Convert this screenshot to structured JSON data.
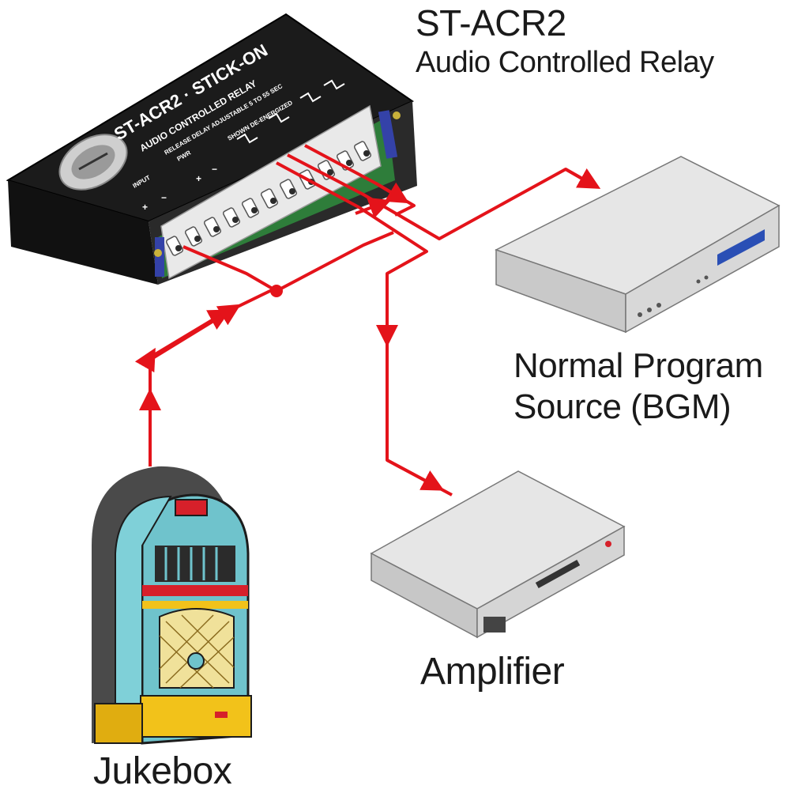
{
  "title": "ST-ACR2",
  "subtitle": "Audio Controlled Relay",
  "device": {
    "brand_line": "ST-ACR2 · STICK-ON",
    "sub_line": "AUDIO CONTROLLED RELAY",
    "small_line": "RELEASE DELAY ADJUSTABLE 5 TO 55 SEC",
    "state_line": "SHOWN DE-ENERGIZED",
    "input_label": "INPUT",
    "pwr_label": "PWR",
    "plus": "+",
    "minus": "−"
  },
  "labels": {
    "bgm_line1": "Normal Program",
    "bgm_line2": "Source (BGM)",
    "amplifier": "Amplifier",
    "jukebox": "Jukebox"
  },
  "colors": {
    "wire": "#e4131a",
    "device_body": "#1b1b1b",
    "terminal": "#e9e9e9",
    "rack_top": "#e6e6e6",
    "jukebox_body": "#6fc3cc",
    "jukebox_accent": "#d6202a",
    "jukebox_trim": "#f2c21a"
  }
}
